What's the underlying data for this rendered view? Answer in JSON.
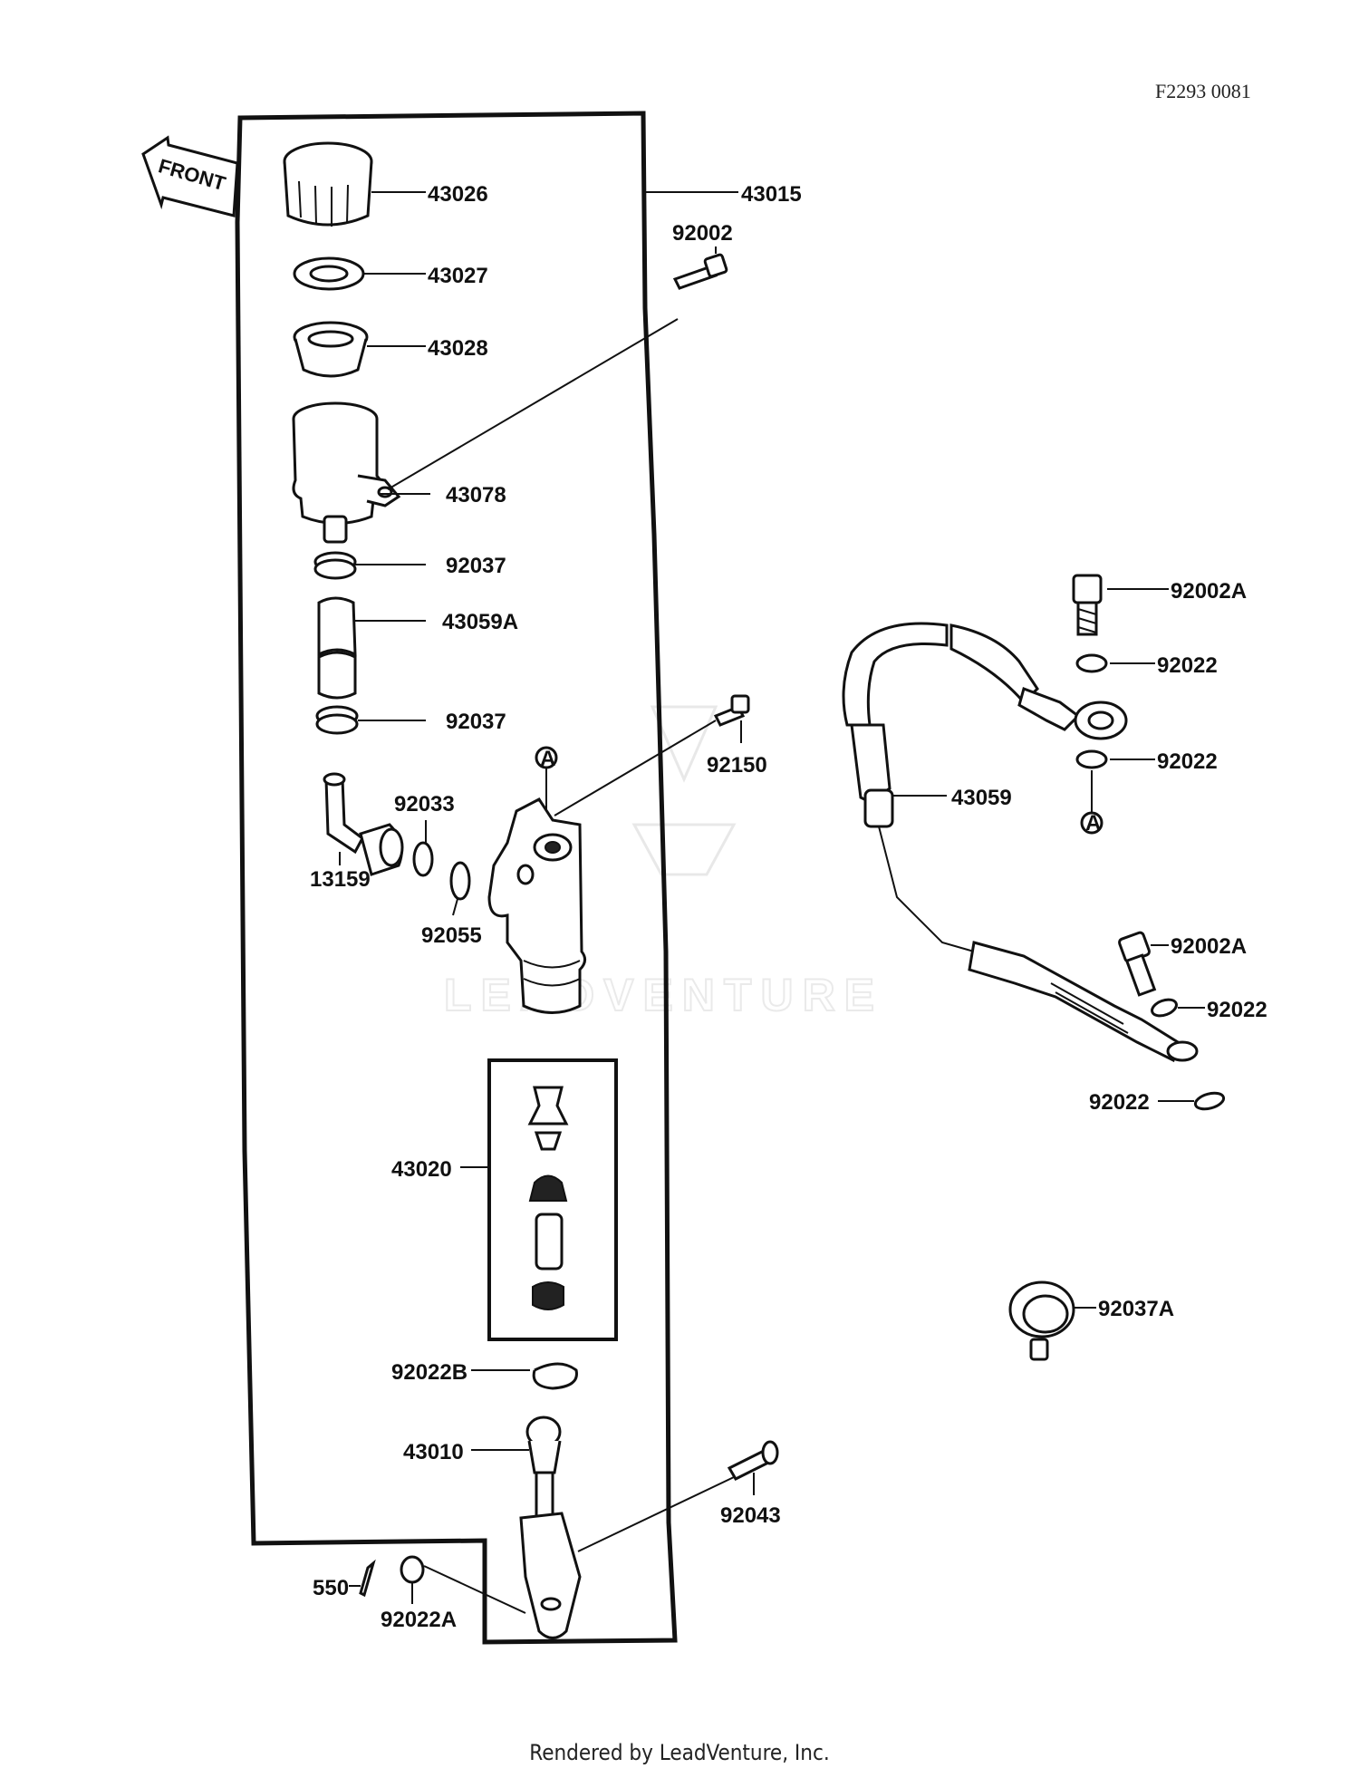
{
  "drawing_id": "F2293 0081",
  "front_arrow_label": "FRONT",
  "watermark": "LEADVENTURE",
  "footer": "Rendered by LeadVenture, Inc.",
  "reference_markers": [
    "A",
    "A"
  ],
  "part_labels": {
    "p43015": "43015",
    "p43026": "43026",
    "p43027": "43027",
    "p43028": "43028",
    "p43078": "43078",
    "p92002": "92002",
    "p92037_top": "92037",
    "p43059A": "43059A",
    "p92037_bottom": "92037",
    "p92150": "92150",
    "p92033": "92033",
    "p13159": "13159",
    "p92055": "92055",
    "p43020": "43020",
    "p92022B": "92022B",
    "p43010": "43010",
    "p92043": "92043",
    "p550": "550",
    "p92022A": "92022A",
    "p92002A_top": "92002A",
    "p92022_1": "92022",
    "p92022_2": "92022",
    "p43059": "43059",
    "p92002A_bottom": "92002A",
    "p92022_3": "92022",
    "p92022_4": "92022",
    "p92037A": "92037A"
  }
}
